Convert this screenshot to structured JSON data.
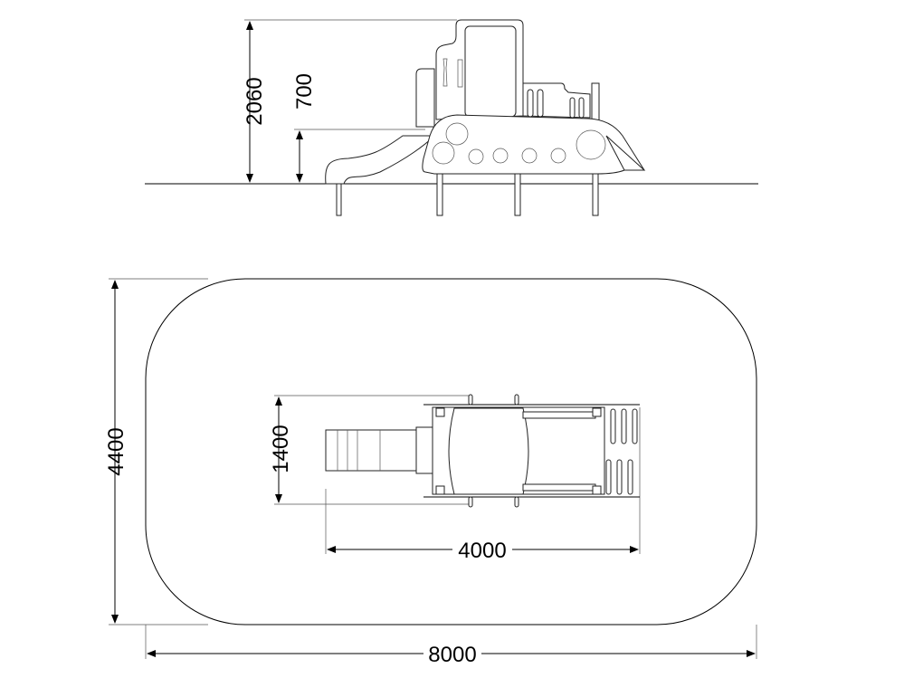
{
  "dimensions": {
    "elevation_height": "2060",
    "platform_height": "700",
    "plan_width": "1400",
    "area_width": "4400",
    "equipment_length": "4000",
    "area_length": "8000"
  }
}
